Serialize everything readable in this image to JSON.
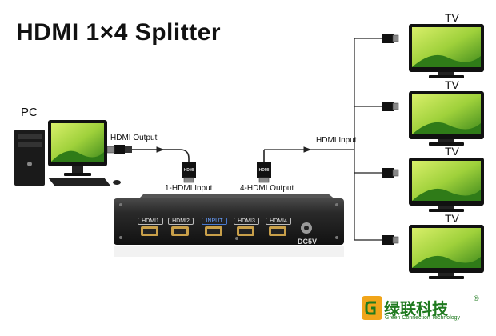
{
  "title": "HDMI 1×4 Splitter",
  "source_label": "PC",
  "display_label": "TV",
  "labels": {
    "hdmi_output": "HDMI Output",
    "one_hdmi_input": "1-HDMI Input",
    "four_hdmi_output": "4-HDMI Output",
    "hdmi_input": "HDMI Input"
  },
  "ports": [
    "HDMI1",
    "HDMI2",
    "INPUT",
    "HDMI3",
    "HDMI4"
  ],
  "dc_label": "DC5V",
  "plug_text": "HDMI",
  "brand": {
    "name_cn": "绿联科技",
    "name_en": "Green Connection Technology",
    "reg_mark": "®"
  }
}
